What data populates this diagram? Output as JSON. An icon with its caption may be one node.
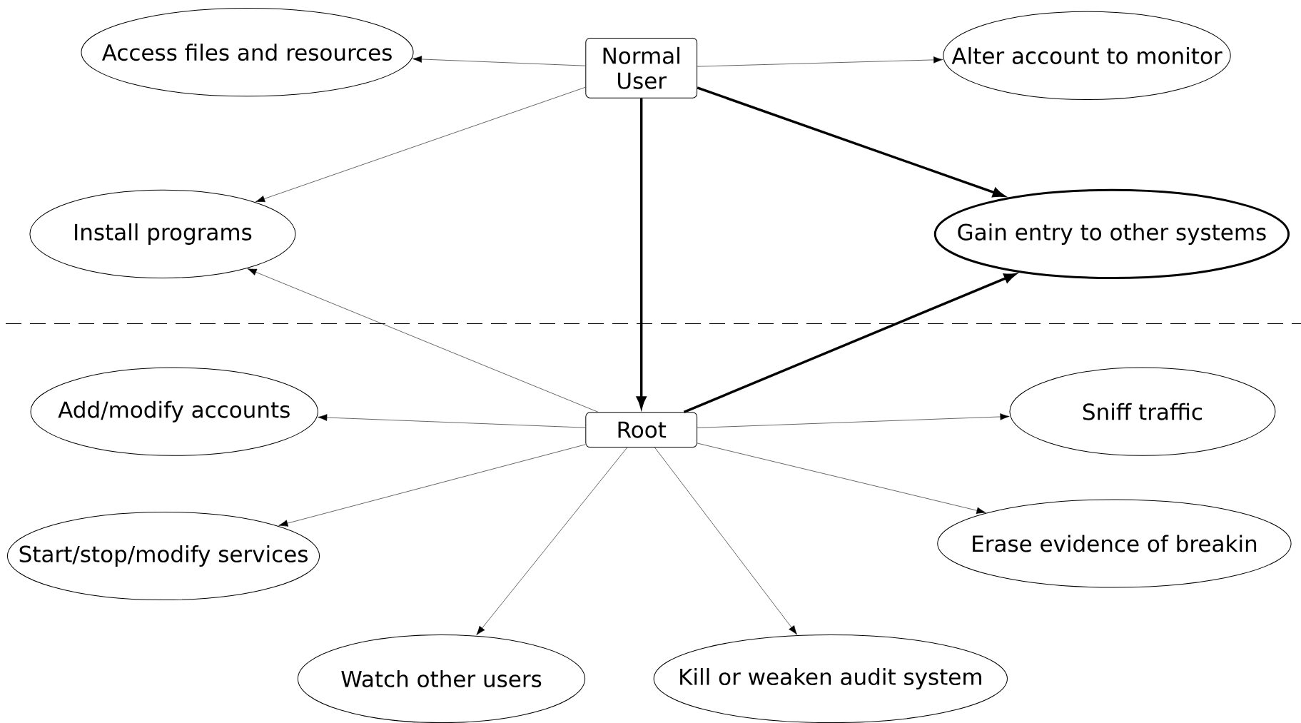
{
  "diagram": {
    "nodes": [
      {
        "text": [
          "Normal User"
        ]
      },
      {
        "text": [
          "Access files and resources"
        ]
      },
      {
        "text": [
          "Alter account to monitor"
        ]
      },
      {
        "text": [
          "Install programs"
        ]
      },
      {
        "text": [
          "Gain entry to other systems"
        ]
      },
      {
        "text": [
          "Root"
        ]
      },
      {
        "text": [
          "Add/modify accounts"
        ]
      },
      {
        "text": [
          "Sniff traffic"
        ]
      },
      {
        "text": [
          "Start/stop/modify services"
        ]
      },
      {
        "text": [
          "Erase evidence of breakin"
        ]
      },
      {
        "text": [
          "Watch other users"
        ]
      },
      {
        "text": [
          "Kill or weaken audit system"
        ]
      }
    ],
    "edges": [
      {
        "from": 0,
        "to": 1,
        "arrow": "to"
      },
      {
        "from": 0,
        "to": 2,
        "arrow": "to"
      },
      {
        "from": 0,
        "to": 3,
        "arrow": "to"
      },
      {
        "from": 0,
        "to": 4,
        "arrow": "to",
        "style": "thick"
      },
      {
        "from": 0,
        "to": 5,
        "arrow": "to",
        "style": "thick"
      },
      {
        "from": 5,
        "to": 4,
        "arrow": "to",
        "style": "thick"
      },
      {
        "from": 5,
        "to": 3,
        "arrow": "to"
      },
      {
        "from": 5,
        "to": 6,
        "arrow": "to"
      },
      {
        "from": 5,
        "to": 7,
        "arrow": "to"
      },
      {
        "from": 5,
        "to": 8,
        "arrow": "to"
      },
      {
        "from": 5,
        "to": 9,
        "arrow": "to"
      },
      {
        "from": 5,
        "to": 10,
        "arrow": "to"
      },
      {
        "from": 5,
        "to": 11,
        "arrow": "to"
      }
    ]
  }
}
